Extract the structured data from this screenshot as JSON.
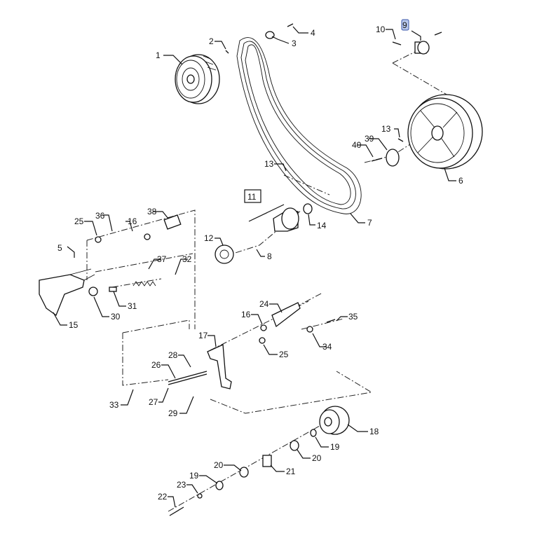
{
  "diagram": {
    "callouts": [
      {
        "id": "c1",
        "text": "1"
      },
      {
        "id": "c2",
        "text": "2"
      },
      {
        "id": "c3",
        "text": "3"
      },
      {
        "id": "c4",
        "text": "4"
      },
      {
        "id": "c5",
        "text": "5"
      },
      {
        "id": "c6",
        "text": "6"
      },
      {
        "id": "c7",
        "text": "7"
      },
      {
        "id": "c8",
        "text": "8"
      },
      {
        "id": "c9",
        "text": "9",
        "highlight_color": "#b9c8ec"
      },
      {
        "id": "c10",
        "text": "10"
      },
      {
        "id": "c11",
        "text": "11"
      },
      {
        "id": "c12",
        "text": "12"
      },
      {
        "id": "c13a",
        "text": "13"
      },
      {
        "id": "c13b",
        "text": "13"
      },
      {
        "id": "c14",
        "text": "14"
      },
      {
        "id": "c15",
        "text": "15"
      },
      {
        "id": "c16a",
        "text": "16"
      },
      {
        "id": "c16b",
        "text": "16"
      },
      {
        "id": "c17",
        "text": "17"
      },
      {
        "id": "c18",
        "text": "18"
      },
      {
        "id": "c19a",
        "text": "19"
      },
      {
        "id": "c19b",
        "text": "19"
      },
      {
        "id": "c20a",
        "text": "20"
      },
      {
        "id": "c20b",
        "text": "20"
      },
      {
        "id": "c21",
        "text": "21"
      },
      {
        "id": "c22",
        "text": "22"
      },
      {
        "id": "c23",
        "text": "23"
      },
      {
        "id": "c24",
        "text": "24"
      },
      {
        "id": "c25a",
        "text": "25"
      },
      {
        "id": "c25b",
        "text": "25"
      },
      {
        "id": "c26",
        "text": "26"
      },
      {
        "id": "c27",
        "text": "27"
      },
      {
        "id": "c28",
        "text": "28"
      },
      {
        "id": "c29",
        "text": "29"
      },
      {
        "id": "c30",
        "text": "30"
      },
      {
        "id": "c31",
        "text": "31"
      },
      {
        "id": "c32",
        "text": "32"
      },
      {
        "id": "c33",
        "text": "33"
      },
      {
        "id": "c34",
        "text": "34"
      },
      {
        "id": "c35",
        "text": "35"
      },
      {
        "id": "c36",
        "text": "36"
      },
      {
        "id": "c37",
        "text": "37"
      },
      {
        "id": "c38",
        "text": "38"
      },
      {
        "id": "c39",
        "text": "39"
      },
      {
        "id": "c40",
        "text": "40"
      }
    ]
  }
}
